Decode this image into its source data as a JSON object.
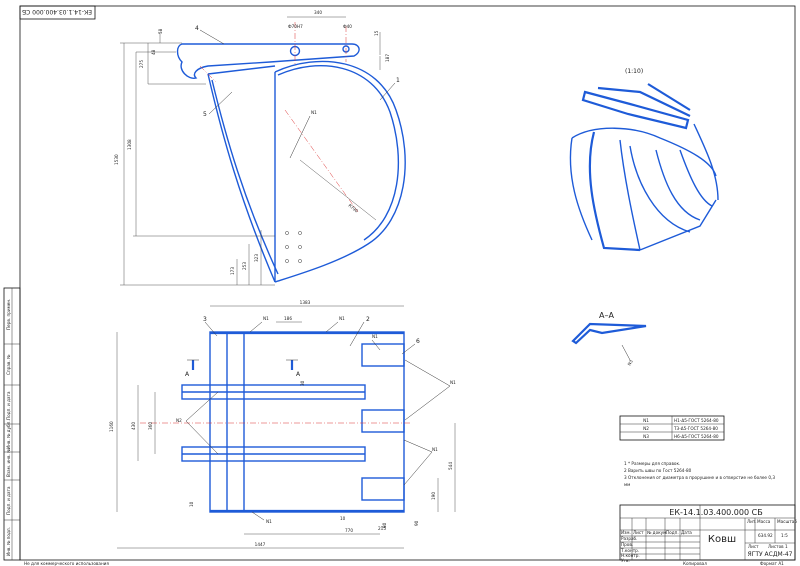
{
  "stamp": {
    "code_top": "ЕК-14.1.03.400.000 СБ",
    "code": "ЕК-14.1.03.400.000 СБ",
    "title": "Ковш",
    "org": "ЯГТУ АСДМ-47",
    "mass": "634.92",
    "scale": "1:5",
    "headers": {
      "lit": "Лит.",
      "mass": "Масса",
      "scale": "Масштаб",
      "sheet": "Лист",
      "sheets": "Листов 1"
    },
    "rows": [
      "Изм.",
      "Лист",
      "№ докум.",
      "Подп.",
      "Дата"
    ],
    "roles": [
      "Разраб.",
      "Пров.",
      "Т.контр.",
      "Н.контр.",
      "Утв."
    ],
    "copied": "Копировал",
    "format": "Формат   А1",
    "free_use": "Не для коммерческого использования"
  },
  "side_strip": [
    "Перв. примен.",
    "Справ. №",
    "Подп. и дата",
    "Инв. № дубл.",
    "Взам. инв. №",
    "Подп. и дата",
    "Инв. № подл."
  ],
  "views": {
    "iso_label": "(1:10)",
    "section_label": "А–А",
    "cut_mark": "А"
  },
  "dims": {
    "top_340": "340",
    "bore_70": "Ф70Н7",
    "bore_40": "Ф40",
    "d58": "58",
    "d48": "48",
    "d275": "275",
    "d1308": "1308",
    "d1530": "1530",
    "r790": "R790",
    "d323": "323",
    "d253": "253",
    "d173": "173",
    "d15": "15",
    "d187": "187",
    "d1383": "1383",
    "d1160": "1160",
    "d430": "430",
    "d360": "360",
    "d1447": "1447",
    "d770": "770",
    "d544": "544",
    "d190": "190",
    "d215": "215",
    "d90": "90",
    "d10a": "10",
    "d10b": "10",
    "d80": "80",
    "d30": "30"
  },
  "weld_marks": {
    "n1": "N1",
    "n2": "N2",
    "n3": "N3"
  },
  "callouts": {
    "p1": "1",
    "p2": "2",
    "p3": "3",
    "p4": "4",
    "p5": "5",
    "p6": "6"
  },
  "weld_table": [
    {
      "mark": "N1",
      "spec": "Н1-Δ5-ГОСТ 5264-80"
    },
    {
      "mark": "N2",
      "spec": "Т3-Δ5-ГОСТ 5264-80"
    },
    {
      "mark": "N3",
      "spec": "Н6-Δ5-ГОСТ 5264-80"
    }
  ],
  "notes": [
    "1  * Размеры для справок.",
    "2  Варить швы по Гост 5264-80",
    "3  Отклонения от диаметра в прорушине и в отверстие не более 0,3",
    "мм"
  ]
}
